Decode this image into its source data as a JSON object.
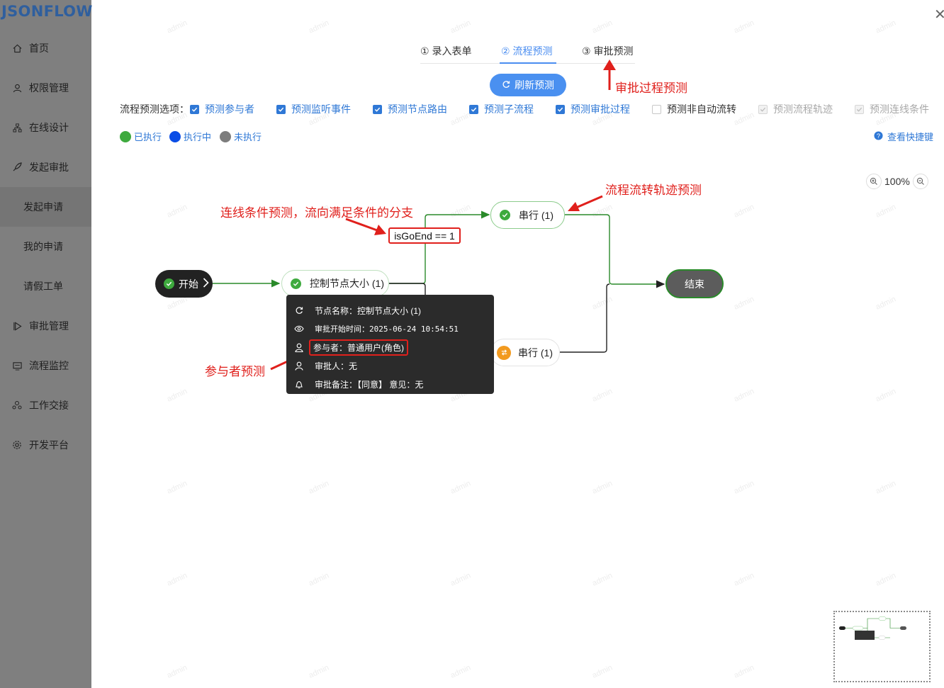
{
  "brand": "JSONFLOW",
  "sidebar": {
    "items": [
      {
        "label": "首页",
        "icon": "home-icon"
      },
      {
        "label": "权限管理",
        "icon": "user-icon"
      },
      {
        "label": "在线设计",
        "icon": "sitemap-icon"
      },
      {
        "label": "发起审批",
        "icon": "rocket-icon"
      },
      {
        "label": "发起申请",
        "icon": ""
      },
      {
        "label": "我的申请",
        "icon": ""
      },
      {
        "label": "请假工单",
        "icon": ""
      },
      {
        "label": "审批管理",
        "icon": "play-icon"
      },
      {
        "label": "流程监控",
        "icon": "monitor-icon"
      },
      {
        "label": "工作交接",
        "icon": "team-icon"
      },
      {
        "label": "开发平台",
        "icon": "gear-icon"
      }
    ]
  },
  "steps": [
    "① 录入表单",
    "② 流程预测",
    "③ 审批预测"
  ],
  "refresh_label": "刷新预测",
  "options": {
    "label": "流程预测选项：",
    "items": [
      {
        "label": "预测参与者",
        "state": "checked"
      },
      {
        "label": "预测监听事件",
        "state": "checked"
      },
      {
        "label": "预测节点路由",
        "state": "checked"
      },
      {
        "label": "预测子流程",
        "state": "checked"
      },
      {
        "label": "预测审批过程",
        "state": "checked"
      },
      {
        "label": "预测非自动流转",
        "state": "unchecked"
      },
      {
        "label": "预测流程轨迹",
        "state": "disabled"
      },
      {
        "label": "预测连线条件",
        "state": "disabled"
      }
    ]
  },
  "legend": [
    {
      "label": "已执行",
      "color": "#3eaa3e"
    },
    {
      "label": "执行中",
      "color": "#0a4de6"
    },
    {
      "label": "未执行",
      "color": "#7d7d7d"
    }
  ],
  "shortcut_label": "查看快捷键",
  "zoom_label": "100%",
  "nodes": {
    "start": "开始",
    "control": "控制节点大小 (1)",
    "serial_top": "串行 (1)",
    "serial_bottom": "串行 (1)",
    "end": "结束",
    "condition": "isGoEnd == 1"
  },
  "tooltip": {
    "rows": [
      {
        "icon": "refresh-icon",
        "text": "节点名称：控制节点大小 (1)"
      },
      {
        "icon": "eye-icon",
        "text": "审批开始时间：2025-06-24 10:54:51"
      },
      {
        "icon": "user-icon",
        "text": "参与者：普通用户(角色)"
      },
      {
        "icon": "user-icon",
        "text": "审批人：无"
      },
      {
        "icon": "bell-icon",
        "text": "审批备注：【同意】 意见：无"
      }
    ]
  },
  "annotations": {
    "approval_process": "审批过程预测",
    "flow_track": "流程流转轨迹预测",
    "line_condition": "连线条件预测，流向满足条件的分支",
    "participant": "参与者预测"
  },
  "watermark": "admin",
  "colors": {
    "executed": "#3eaa3e",
    "running": "#0a4de6",
    "pending": "#7d7d7d",
    "primary": "#4a90f0",
    "annotation": "#e0201c"
  }
}
